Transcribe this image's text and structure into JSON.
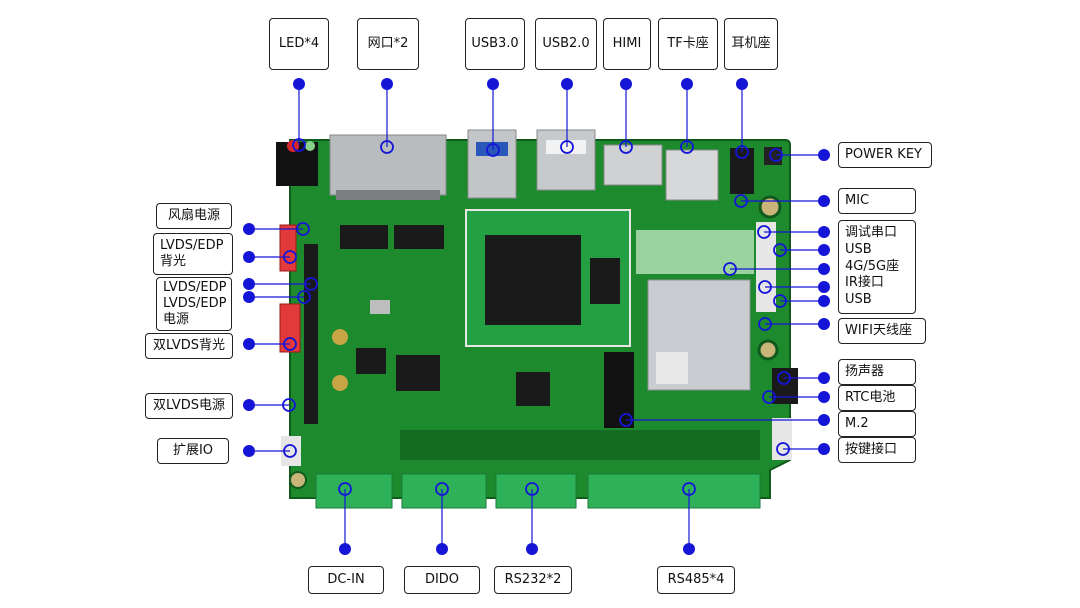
{
  "labels": {
    "led": "LED*4",
    "ethernet": "网口*2",
    "usb30": "USB3.0",
    "usb20": "USB2.0",
    "hdmi": "HIMI",
    "tf": "TF卡座",
    "earphone": "耳机座",
    "power_key": "POWER KEY",
    "mic": "MIC",
    "debug_serial": "调试串口",
    "usb_a": "USB",
    "modem": "4G/5G座",
    "ir": "IR接口",
    "usb_b": "USB",
    "wifi": "WIFI天线座",
    "speaker": "扬声器",
    "rtc": "RTC电池",
    "m2": "M.2",
    "key_port": "按键接口",
    "fan_power": "风扇电源",
    "lvds_edp_backlight_1": "LVDS/EDP",
    "lvds_edp_backlight_2": "背光",
    "lvds_edp_power_1": "LVDS/EDP",
    "lvds_edp_power_2": "LVDS/EDP",
    "lvds_edp_power_3": "电源",
    "dual_lvds_backlight": "双LVDS背光",
    "dual_lvds_power": "双LVDS电源",
    "expansion_io": "扩展IO",
    "dc_in": "DC-IN",
    "dido": "DIDO",
    "rs232": "RS232*2",
    "rs485": "RS485*4"
  },
  "colors": {
    "pcb": "#1e8a2e",
    "pcb_dark": "#146b22",
    "connector_green": "#2fb15a",
    "marker": "#1515d8",
    "leader": "#1515d8",
    "label_border": "#222222"
  }
}
